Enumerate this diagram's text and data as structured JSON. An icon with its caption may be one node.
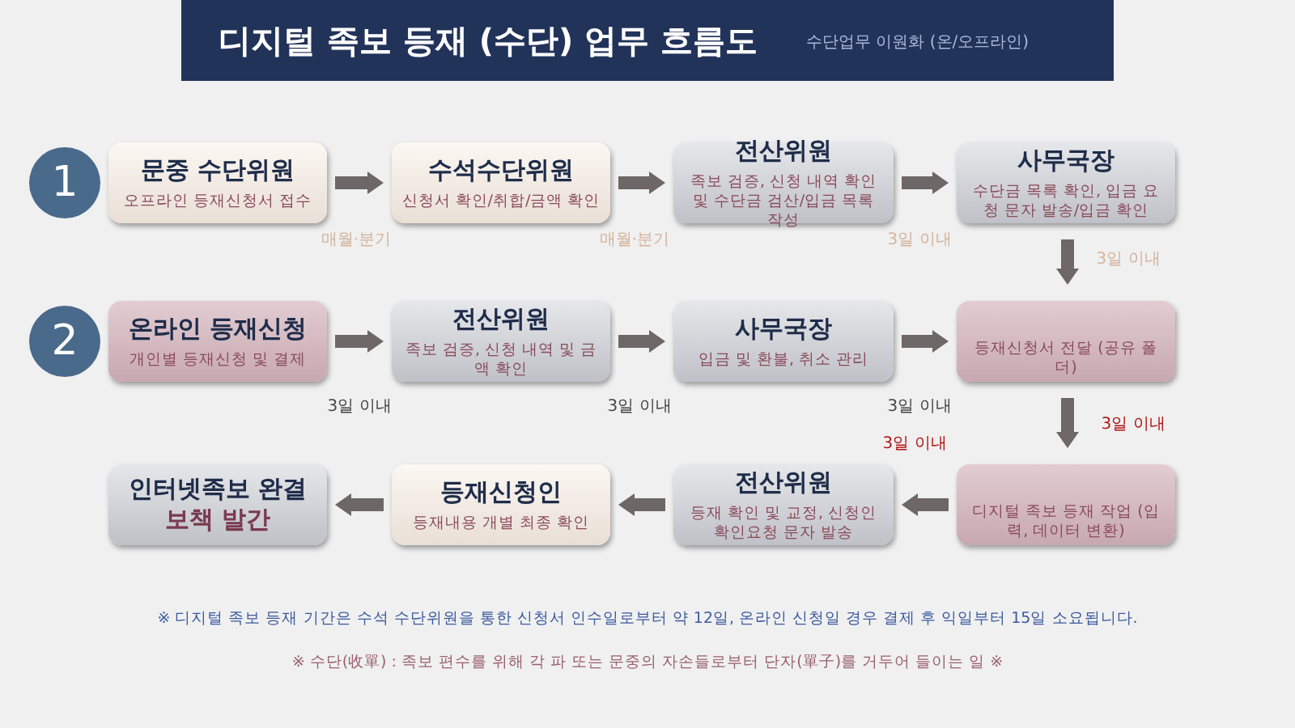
{
  "diagram": {
    "title": "디지털 족보 등재 (수단) 업무 흐름도",
    "nodes": [
      {
        "text": [
          "1"
        ]
      },
      {
        "text": [
          "문중 수단위원",
          "오프라인 등재신청서 접수"
        ]
      },
      {
        "text": [
          "수석수단위원",
          "신청서 확인/취합/금액 확인"
        ]
      },
      {
        "text": [
          "전산위원",
          "족보 검증, 신청 내역 확인 및 수단금 검산/입금 목록 작성"
        ]
      },
      {
        "text": [
          "사무국장",
          "수단금 목록 확인, 입금 요청 문자 발송/입금 확인"
        ]
      },
      {
        "text": [
          "2"
        ]
      },
      {
        "text": [
          "온라인 등재신청",
          "개인별 등재신청 및 결제"
        ]
      },
      {
        "text": [
          "전산위원",
          "족보 검증, 신청 내역 및 금액 확인"
        ]
      },
      {
        "text": [
          "사무국장",
          "입금 및 환불, 취소 관리"
        ]
      },
      {
        "text": [
          "등재신청서 전달 (공유 폴더)"
        ]
      },
      {
        "text": [
          "디지털 족보 등재 작업 (입력, 데이터 변환)"
        ]
      },
      {
        "text": [
          "전산위원",
          "등재 확인 및 교정, 신청인 확인요청 문자 발송"
        ]
      },
      {
        "text": [
          "등재신청인",
          "등재내용 개별 최종 확인"
        ]
      },
      {
        "text": [
          "인터넷족보 완결",
          "보책 발간"
        ]
      }
    ],
    "edges": [
      {
        "from": 1,
        "to": 2,
        "arrow": "to",
        "label": "매월·분기"
      },
      {
        "from": 2,
        "to": 3,
        "arrow": "to",
        "label": "매월·분기"
      },
      {
        "from": 3,
        "to": 4,
        "arrow": "to",
        "label": "3일 이내"
      },
      {
        "from": 4,
        "to": 9,
        "arrow": "to",
        "label": "3일 이내"
      },
      {
        "from": 6,
        "to": 7,
        "arrow": "to",
        "label": "3일 이내"
      },
      {
        "from": 7,
        "to": 8,
        "arrow": "to",
        "label": "3일 이내"
      },
      {
        "from": 8,
        "to": 9,
        "arrow": "to",
        "label": "3일 이내"
      },
      {
        "from": 9,
        "to": 10,
        "arrow": "to",
        "label": "3일 이내"
      },
      {
        "from": 10,
        "to": 11,
        "arrow": "to",
        "label": "3일 이내"
      },
      {
        "from": 11,
        "to": 12,
        "arrow": "to"
      },
      {
        "from": 12,
        "to": 13,
        "arrow": "to"
      }
    ],
    "labels": [
      "수단업무 이원화 (온/오프라인)",
      "※ 디지털 족보 등재 기간은 수석 수단위원을 통한 신청서 인수일로부터 약 12일, 온라인 신청일 경우 결제 후 익일부터 15일 소요됩니다.",
      "※ 수단(收單) : 족보 편수를 위해 각 파 또는 문중의 자손들로부터 단자(單子)를 거두어 들이는 일 ※"
    ]
  }
}
